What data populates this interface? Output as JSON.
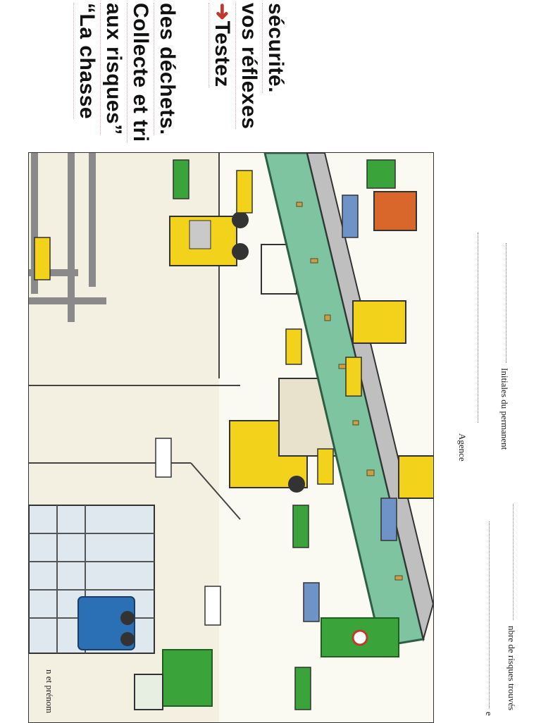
{
  "headline": {
    "line1": "“La chasse",
    "line2": "aux risques”",
    "line3": "Collecte et tri",
    "line4": "des déchets.",
    "arrow": "➜",
    "line5": "Testez",
    "line6": "vos réflexes",
    "line7": "sécurité."
  },
  "form": {
    "name_label": "n et prénom",
    "agency_label": "Agence",
    "date_label": "e",
    "initials_label": "Initiales du permanent",
    "risks_label": "nbre de risques trouvés"
  },
  "colors": {
    "title_text": "#111111",
    "accent_arrow": "#c0392b",
    "conveyor": "#7fc4a0",
    "forklift": "#f2d21a",
    "bin_green": "#3aa33a",
    "truck_blue": "#2b6fb5"
  }
}
